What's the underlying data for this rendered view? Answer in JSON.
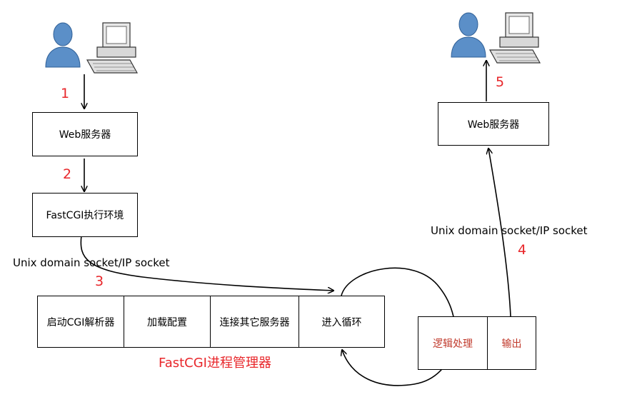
{
  "colors": {
    "number": "#e8262a",
    "caption": "#e8262a",
    "logic_text": "#c0392b",
    "line": "#000000"
  },
  "icons": {
    "client_left": "user-computer-icon",
    "client_right": "user-computer-icon"
  },
  "steps": [
    "1",
    "2",
    "3",
    "4",
    "5"
  ],
  "left_flow": {
    "web_server": "Web服务器",
    "fastcgi_env": "FastCGI执行环境",
    "socket_label": "Unix domain socket/IP socket"
  },
  "process_manager": {
    "cells": [
      "启动CGI解析器",
      "加载配置",
      "连接其它服务器",
      "进入循环"
    ],
    "caption": "FastCGI进程管理器"
  },
  "worker": {
    "cells": [
      "逻辑处理",
      "输出"
    ]
  },
  "right_flow": {
    "web_server": "Web服务器",
    "socket_label": "Unix domain socket/IP socket"
  }
}
